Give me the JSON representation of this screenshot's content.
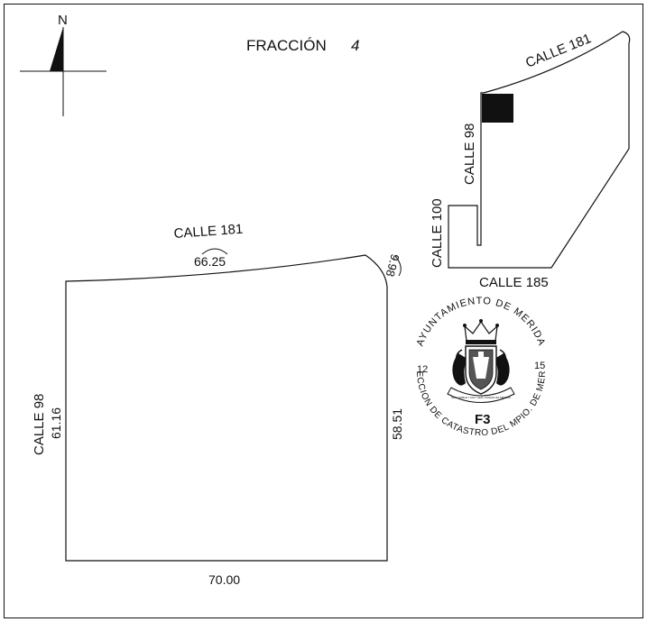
{
  "title": "FRACCIÓN",
  "fraction_number": "4",
  "north_label": "N",
  "main_plan": {
    "top_street": "CALLE 181",
    "top_length": "66.25",
    "corner_length": "9.98",
    "left_street": "CALLE 98",
    "left_length": "61.16",
    "right_length": "58.51",
    "bottom_length": "70.00"
  },
  "location_map": {
    "top_street": "CALLE 181",
    "left_street": "CALLE 98",
    "left_street_2": "CALLE 100",
    "bottom_street": "CALLE 185"
  },
  "seal": {
    "top_text": "AYUNTAMIENTO DE MERIDA",
    "bottom_text": "DIRECCION DE CATASTRO DEL MPIO. DE MERIDA",
    "left_number": "12",
    "right_number": "15",
    "code": "F3",
    "banner_text": "MUY NOBLE Y MUY LEAL CIUDAD DE MERIDA"
  },
  "colors": {
    "ink": "#111111",
    "background": "#ffffff"
  }
}
